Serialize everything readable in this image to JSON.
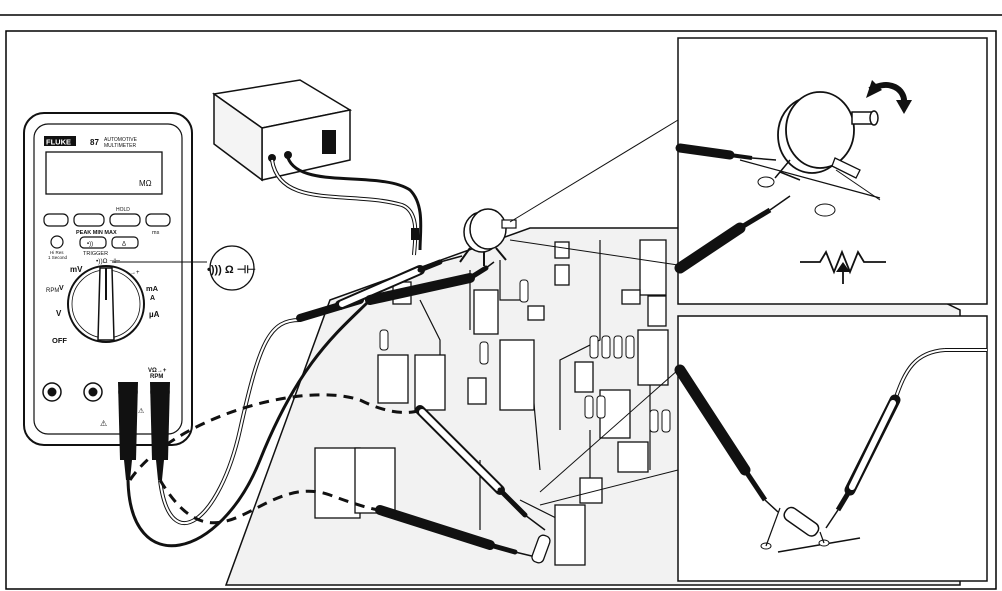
{
  "meter": {
    "brand": "FLUKE",
    "model": "87",
    "model_sub_1": "AUTOMOTIVE",
    "model_sub_2": "MULTIMETER",
    "display_unit": "MΩ",
    "hold_top_label": "HOLD",
    "peak_label": "PEAK MIN MAX",
    "range_label": "ms",
    "buttons": {
      "sound_icon": "•))",
      "triangle_icon": "Δ"
    },
    "hires_1": "Hi Res",
    "hires_2": "1 Second",
    "trigger_label": "TRIGGER",
    "dial": {
      "mv": "mV",
      "v_ac": "V",
      "v_dc": "V",
      "rpm": "RPM",
      "ma": "mA",
      "a": "A",
      "ua": "µA",
      "off": "OFF",
      "ohm_top": "•))Ω ⊣⊢",
      "diode": "→+"
    },
    "jack_right_label_1": "VΩ→+",
    "jack_right_label_2": "RPM",
    "warning_symbol": "⚠"
  },
  "callout": {
    "function_symbols": "•))) Ω ⊣⊢"
  },
  "colors": {
    "ink": "#111111",
    "board_fill": "#f2f2f2",
    "lead": "#1a1a1a"
  }
}
